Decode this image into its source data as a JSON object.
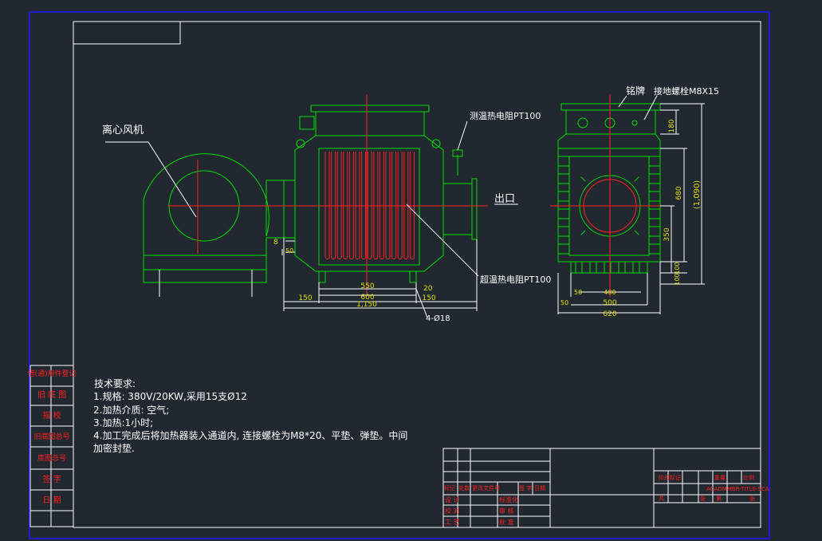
{
  "labels": {
    "fan": "离心风机",
    "temp_sensor": "测温热电阻PT100",
    "outlet": "出口",
    "overtemp_sensor": "超温热电阻PT100",
    "nameplate": "铭牌",
    "ground_bolt": "接地螺栓M8X15",
    "holes": "4-Ø18"
  },
  "dims_front": {
    "d8": "8",
    "d50": "50",
    "d550": "550",
    "d20": "20",
    "d600": "600",
    "d150l": "150",
    "d150r": "150",
    "d1150": "1,150"
  },
  "dims_side": {
    "d180": "180",
    "d680": "680",
    "d1090": "(1,090)",
    "d350": "350",
    "d100a": "100",
    "d100b": "100",
    "d50a": "50",
    "d400": "400",
    "d500": "500",
    "d50b": "50",
    "d620": "620"
  },
  "notes": {
    "title": "技术要求:",
    "l1": "1.规格: 380V/20KW,采用15支Ø12",
    "l2": "2.加热介质: 空气;",
    "l3": "3.加热:1小时;",
    "l4": "4.加工完成后将加热器装入通道内, 连接螺栓为M8*20、平垫、弹垫。中间",
    "l5": "加密封垫."
  },
  "left_strip": [
    "借(通)用件登记",
    "旧 底 图",
    "描   校",
    "旧底图总号",
    "底图总号",
    "签   字",
    "日   期"
  ],
  "title_block": {
    "r1": [
      "标记",
      "处数",
      "更改文件号",
      "签 字",
      "日期"
    ],
    "r2": [
      "设 计",
      "标准化"
    ],
    "r3": [
      "校 对",
      "审 核"
    ],
    "r4": [
      "工 艺",
      "批 准"
    ],
    "right1": [
      "阶段标记",
      "重量",
      "比例"
    ],
    "right_code": "ACADMMBR-TITLE-SCA",
    "right2": [
      "共",
      "张",
      "第",
      "张"
    ]
  },
  "colors": {
    "bg": "#212830",
    "frame": "#ffffff",
    "part": "#00e000",
    "center": "#ff2020",
    "dim": "#e0e000",
    "border": "#1a1aff"
  }
}
